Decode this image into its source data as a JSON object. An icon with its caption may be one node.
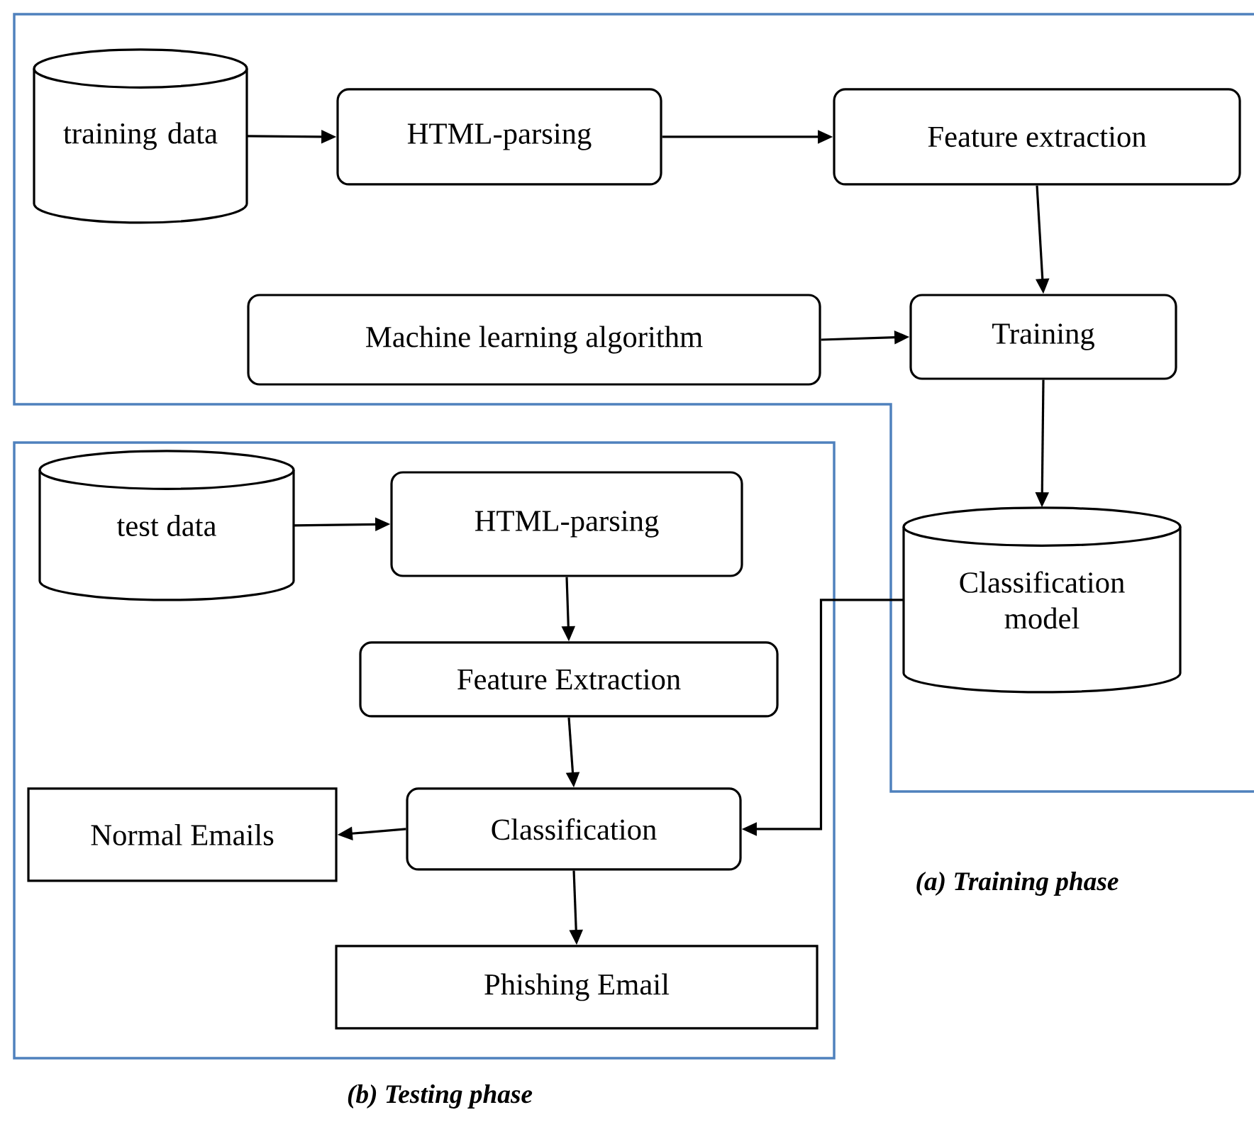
{
  "diagram": {
    "nodes": [
      {
        "text": [
          "training data"
        ]
      },
      {
        "text": [
          "HTML-parsing"
        ]
      },
      {
        "text": [
          "Feature extraction"
        ]
      },
      {
        "text": [
          "Machine learning algorithm"
        ]
      },
      {
        "text": [
          "Training"
        ]
      },
      {
        "text": [
          "Classification model"
        ]
      },
      {
        "text": [
          "test data"
        ]
      },
      {
        "text": [
          "HTML-parsing"
        ]
      },
      {
        "text": [
          "Feature Extraction"
        ]
      },
      {
        "text": [
          "Normal Emails"
        ]
      },
      {
        "text": [
          "Classification"
        ]
      },
      {
        "text": [
          "Phishing Email"
        ]
      }
    ],
    "edges": [
      {
        "from": 0,
        "to": 1,
        "arrow": "to"
      },
      {
        "from": 1,
        "to": 2,
        "arrow": "to"
      },
      {
        "from": 2,
        "to": 4,
        "arrow": "to"
      },
      {
        "from": 3,
        "to": 4,
        "arrow": "to"
      },
      {
        "from": 4,
        "to": 5,
        "arrow": "to"
      },
      {
        "from": 6,
        "to": 7,
        "arrow": "to"
      },
      {
        "from": 7,
        "to": 8,
        "arrow": "to"
      },
      {
        "from": 8,
        "to": 10,
        "arrow": "to"
      },
      {
        "from": 10,
        "to": 9,
        "arrow": "to"
      },
      {
        "from": 5,
        "to": 10,
        "arrow": "to"
      },
      {
        "from": 10,
        "to": 11,
        "arrow": "to"
      }
    ],
    "labels": [
      "(a) Training phase",
      "(b) Testing phase"
    ]
  }
}
